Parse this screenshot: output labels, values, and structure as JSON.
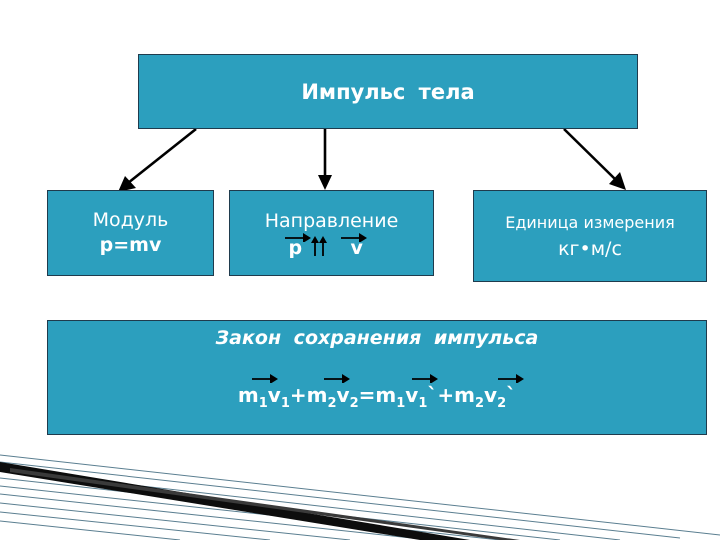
{
  "root": {
    "title": "Импульс тела"
  },
  "boxes": [
    {
      "line1": "Модуль",
      "line2": "p=mv"
    },
    {
      "line1": "Направление",
      "line2_p": "p",
      "line2_v": "v"
    },
    {
      "line1": "Единица измерения",
      "line2": "кг•м/с"
    }
  ],
  "law": {
    "title": "Закон сохранения импульса",
    "formula": {
      "m1": "m",
      "s1": "1",
      "v1": "v",
      "s2": "1",
      "plus1": "+",
      "m2": "m",
      "s3": "2",
      "v2": "v",
      "s4": "2",
      "eq": "=",
      "m3": "m",
      "s5": "1",
      "v3": "v",
      "s6": "1",
      "p1": "`",
      "plus2": "+",
      "m4": "m",
      "s7": "2",
      "v4": "v",
      "s8": "2",
      "p2": "`"
    }
  },
  "colors": {
    "box_fill": "#2c9fbe",
    "box_border": "#1f3b4d",
    "text": "#ffffff",
    "arrow": "#000000"
  }
}
